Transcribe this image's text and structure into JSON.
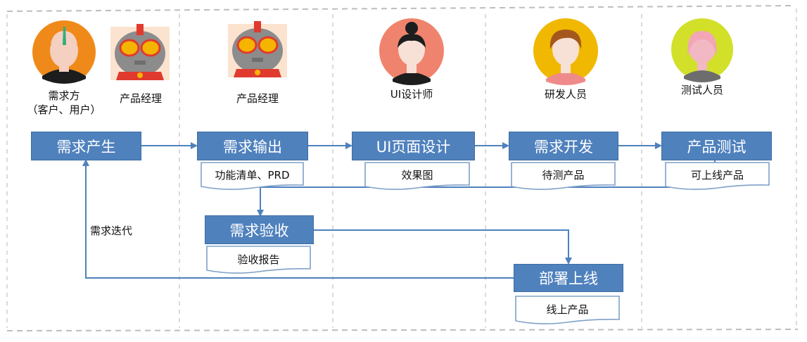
{
  "roles": [
    {
      "label": "需求方\n（客户、用户）"
    },
    {
      "label": "产品经理"
    },
    {
      "label": "产品经理"
    },
    {
      "label": "UI设计师"
    },
    {
      "label": "研发人员"
    },
    {
      "label": "测试人员"
    }
  ],
  "processes": {
    "p1": "需求产生",
    "p2": "需求输出",
    "p3": "UI页面设计",
    "p4": "需求开发",
    "p5": "产品测试",
    "p6": "需求验收",
    "p7": "部署上线"
  },
  "documents": {
    "d2": "功能清单、PRD",
    "d3": "效果图",
    "d4": "待测产品",
    "d5": "可上线产品",
    "d6": "验收报告",
    "d7": "线上产品"
  },
  "loop_label": "需求迭代",
  "colors": {
    "process_fill": "#4f81bd",
    "arrow": "#4f81bd",
    "doc_border": "#7fa0c8",
    "lane_divider": "#cccccc"
  }
}
